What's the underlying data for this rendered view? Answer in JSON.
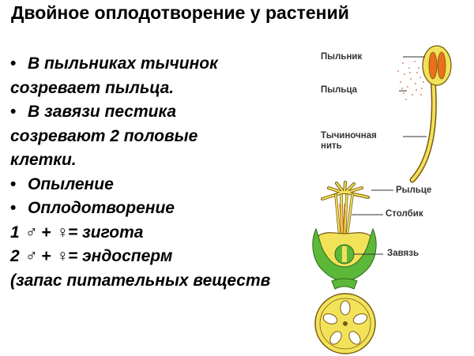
{
  "title": "Двойное оплодотворение у растений",
  "lines": [
    {
      "bullet": "•",
      "text": "В пыльниках тычинок"
    },
    {
      "bullet": "",
      "text": "созревает пыльца."
    },
    {
      "bullet": "•",
      "text": "В завязи пестика"
    },
    {
      "bullet": "",
      "text": "созревают 2 половые"
    },
    {
      "bullet": "",
      "text": "клетки."
    },
    {
      "bullet": "•",
      "text": "Опыление"
    },
    {
      "bullet": "•",
      "text": "Оплодотворение"
    },
    {
      "bullet": "",
      "text": "1 ♂ + ♀= зигота"
    },
    {
      "bullet": "",
      "text": "2 ♂ + ♀= эндосперм"
    },
    {
      "bullet": "",
      "text": "(запас питательных веществ"
    }
  ],
  "labels": {
    "anther": "Пыльник",
    "pollen": "Пыльца",
    "filament_1": "Тычиночная",
    "filament_2": "нить",
    "stigma": "Рыльце",
    "style": "Столбик",
    "ovary": "Завязь"
  },
  "colors": {
    "yellow": "#f2e25a",
    "outline": "#7a5a10",
    "orange": "#e8701a",
    "green": "#5cb838",
    "pollen": "#d98a70"
  }
}
